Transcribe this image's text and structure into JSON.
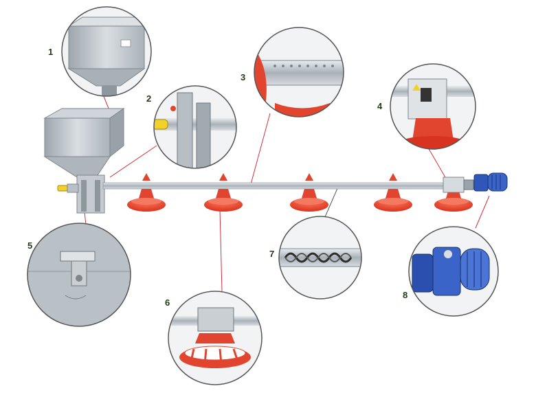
{
  "callouts": [
    {
      "number": "1",
      "icon": "hopper-closeup-icon"
    },
    {
      "number": "2",
      "icon": "inlet-bracket-closeup-icon"
    },
    {
      "number": "3",
      "icon": "feed-tube-closeup-icon"
    },
    {
      "number": "4",
      "icon": "control-box-closeup-icon"
    },
    {
      "number": "5",
      "icon": "hopper-latch-closeup-icon"
    },
    {
      "number": "6",
      "icon": "feeder-pan-closeup-icon"
    },
    {
      "number": "7",
      "icon": "auger-spiral-closeup-icon"
    },
    {
      "number": "8",
      "icon": "motor-closeup-icon"
    }
  ],
  "colors": {
    "pan_red": "#e2452f",
    "pipe_grey": "#9aa3ab",
    "hopper_grey": "#b9c0c6",
    "motor_blue": "#2f56b8",
    "leader_red": "#d0303a",
    "ring": "#555555",
    "label": "#1f3a12"
  }
}
